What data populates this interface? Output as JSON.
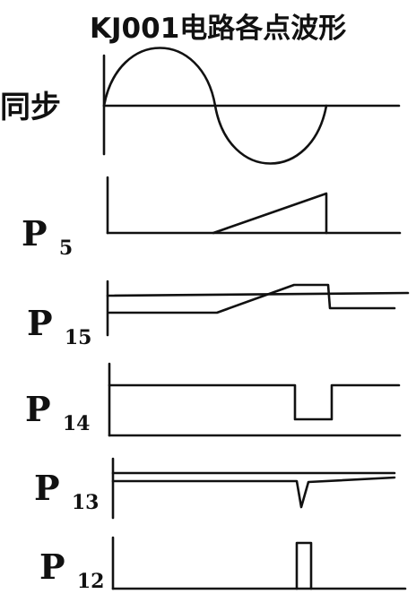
{
  "title": "KJ001电路各点波形",
  "signals": [
    {
      "id": "sync",
      "label": "同步",
      "sub": ""
    },
    {
      "id": "p5",
      "label": "P",
      "sub": "5"
    },
    {
      "id": "p15",
      "label": "P",
      "sub": "15"
    },
    {
      "id": "p14",
      "label": "P",
      "sub": "14"
    },
    {
      "id": "p13",
      "label": "P",
      "sub": "13"
    },
    {
      "id": "p12",
      "label": "P",
      "sub": "12"
    }
  ]
}
